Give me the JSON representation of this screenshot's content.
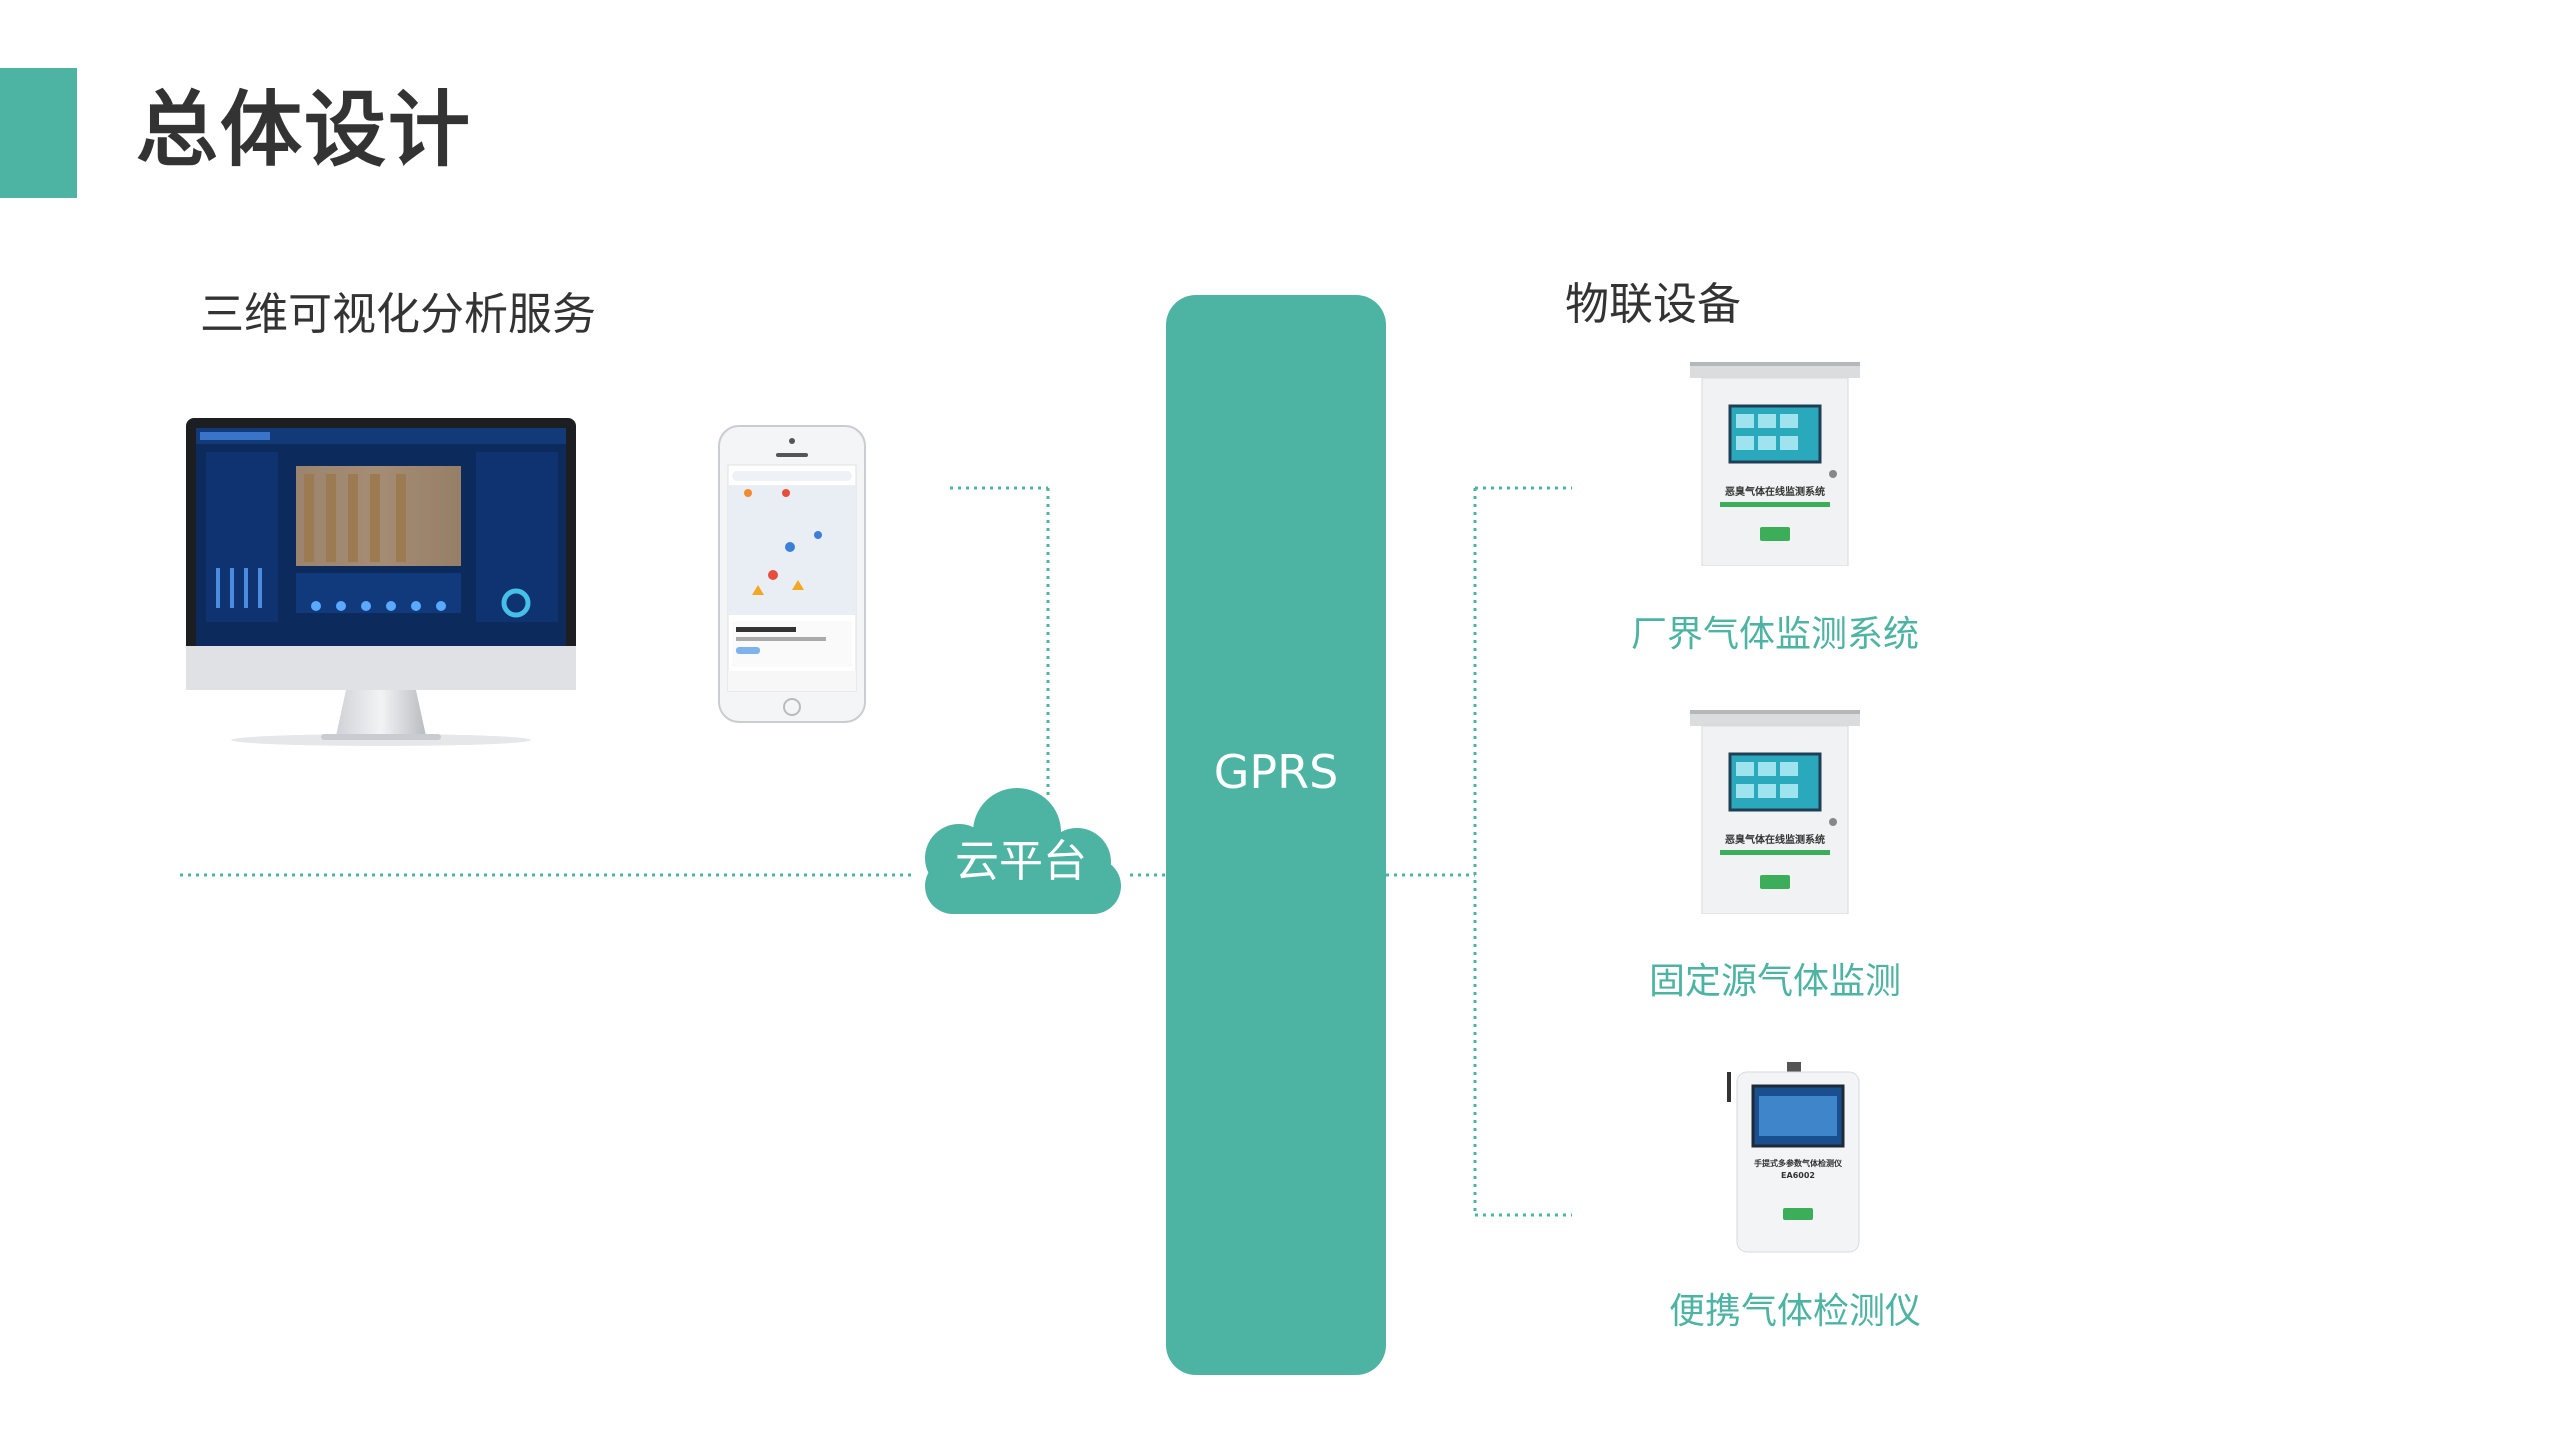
{
  "page": {
    "title": "总体设计",
    "accent_color": "#4DB3A2"
  },
  "left_section": {
    "title": "三维可视化分析服务",
    "items": [
      {
        "icon": "desktop-monitor-icon"
      },
      {
        "icon": "smartphone-icon"
      }
    ]
  },
  "cloud": {
    "label": "云平台",
    "icon": "cloud-icon"
  },
  "gprs": {
    "label": "GPRS"
  },
  "right_section": {
    "title": "物联设备",
    "devices": [
      {
        "label": "厂界气体监测系统",
        "panel_text": "恶臭气体在线监测系统",
        "icon": "gas-monitoring-cabinet-icon"
      },
      {
        "label": "固定源气体监测",
        "panel_text": "恶臭气体在线监测系统",
        "icon": "gas-monitoring-cabinet-icon"
      },
      {
        "label": "便携气体检测仪",
        "panel_text": "手提式多参数气体检测仪",
        "model": "EA6002",
        "icon": "portable-gas-detector-icon"
      }
    ]
  }
}
